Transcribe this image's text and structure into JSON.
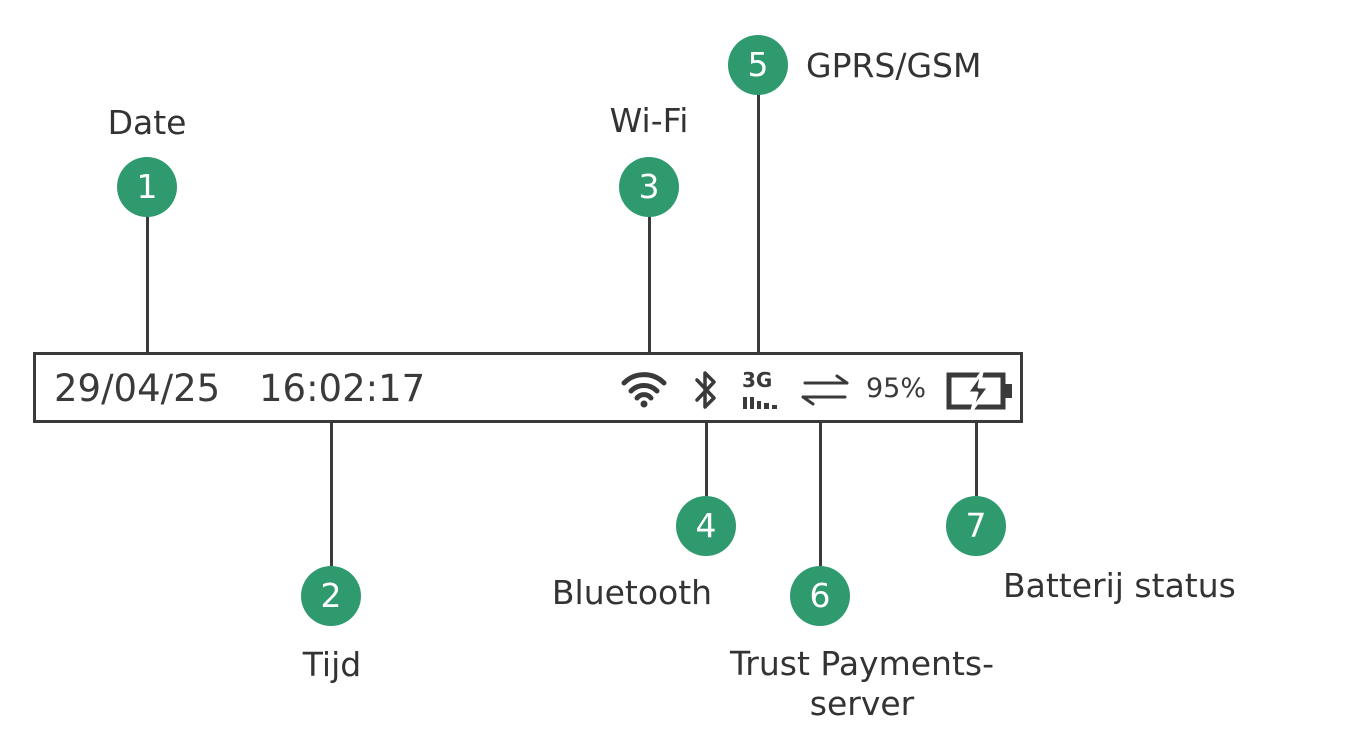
{
  "colors": {
    "accent": "#2e9a6e",
    "line": "#3a3a3a",
    "text": "#333333"
  },
  "status_bar": {
    "date": "29/04/25",
    "time": "16:02:17",
    "battery_percent": "95%",
    "network_type": "3G",
    "icons": [
      "wifi-icon",
      "bluetooth-icon",
      "signal-3g-icon",
      "transfer-arrows-icon",
      "battery-charging-icon"
    ]
  },
  "callouts": [
    {
      "number": "1",
      "label": "Date"
    },
    {
      "number": "2",
      "label": "Tijd"
    },
    {
      "number": "3",
      "label": "Wi-Fi"
    },
    {
      "number": "4",
      "label": "Bluetooth"
    },
    {
      "number": "5",
      "label": "GPRS/GSM"
    },
    {
      "number": "6",
      "label": "Trust Payments-server"
    },
    {
      "number": "7",
      "label": "Batterij status"
    }
  ]
}
